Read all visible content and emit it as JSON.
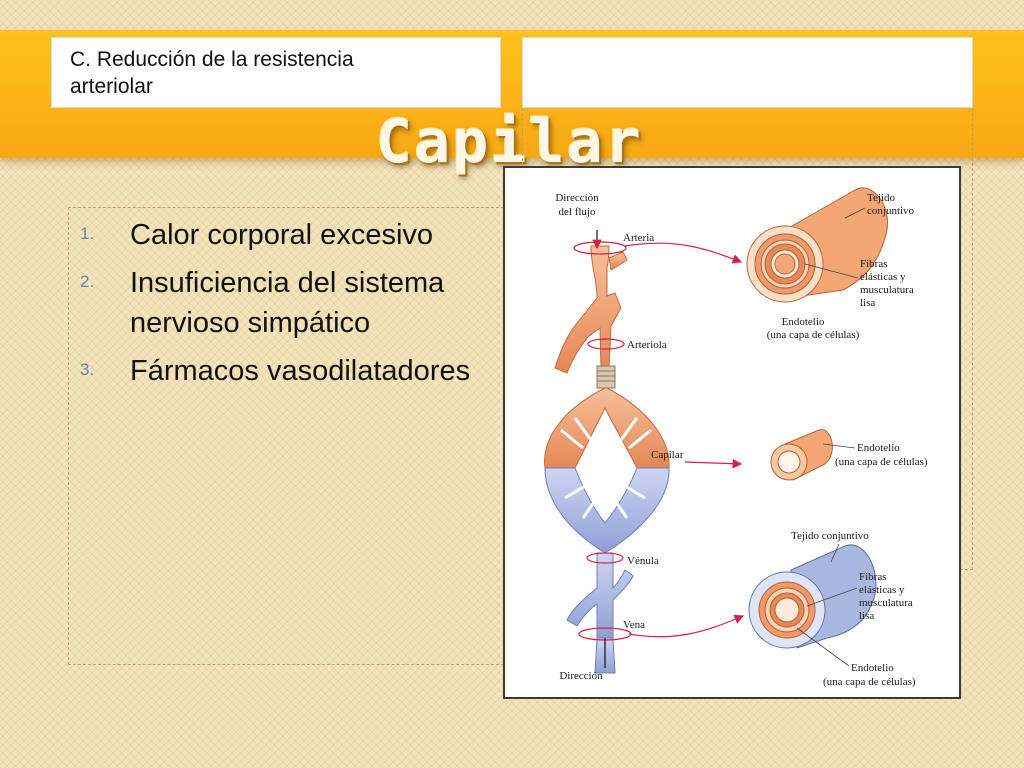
{
  "header": {
    "title": "Capilar",
    "box_left_line1": "C. Reducción de la resistencia",
    "box_left_line2": "arteriolar",
    "box_right_text": ""
  },
  "list": {
    "items": [
      {
        "number": "1.",
        "text_line1": "Calor corporal excesivo",
        "text_line2": ""
      },
      {
        "number": "2.",
        "text_line1": "Insuficiencia del sistema",
        "text_line2": "nervioso simpático"
      },
      {
        "number": "3.",
        "text_line1": "Fármacos vasodilatadores",
        "text_line2": ""
      }
    ]
  },
  "figure": {
    "direction_top_line1": "Dirección",
    "direction_top_line2": "del flujo",
    "label_arteria": "Arteria",
    "label_arteriola": "Arteriola",
    "label_capilar": "Capilar",
    "label_venula": "Vénula",
    "label_vena": "Vena",
    "direction_bottom": "Dirección",
    "artery_tejido_line1": "Tejido",
    "artery_tejido_line2": "conjuntivo",
    "artery_fibras_line1": "Fibras",
    "artery_fibras_line2": "elásticas y",
    "artery_fibras_line3": "musculatura",
    "artery_fibras_line4": "lisa",
    "artery_endotelio_line1": "Endotelio",
    "artery_endotelio_line2": "(una capa de células)",
    "capillary_endotelio_line1": "Endotelio",
    "capillary_endotelio_line2": "(una capa de células)",
    "vein_tejido": "Tejido conjuntivo",
    "vein_fibras_line1": "Fibras",
    "vein_fibras_line2": "elásticas y",
    "vein_fibras_line3": "musculatura",
    "vein_fibras_line4": "lisa",
    "vein_endotelio_line1": "Endotelio",
    "vein_endotelio_line2": "(una capa de células)"
  },
  "colors": {
    "banner": "#f9b21a",
    "artery": "#f2a774",
    "vein": "#aab8e0",
    "arrow": "#d6204a",
    "list_number": "#5c8aa6"
  }
}
